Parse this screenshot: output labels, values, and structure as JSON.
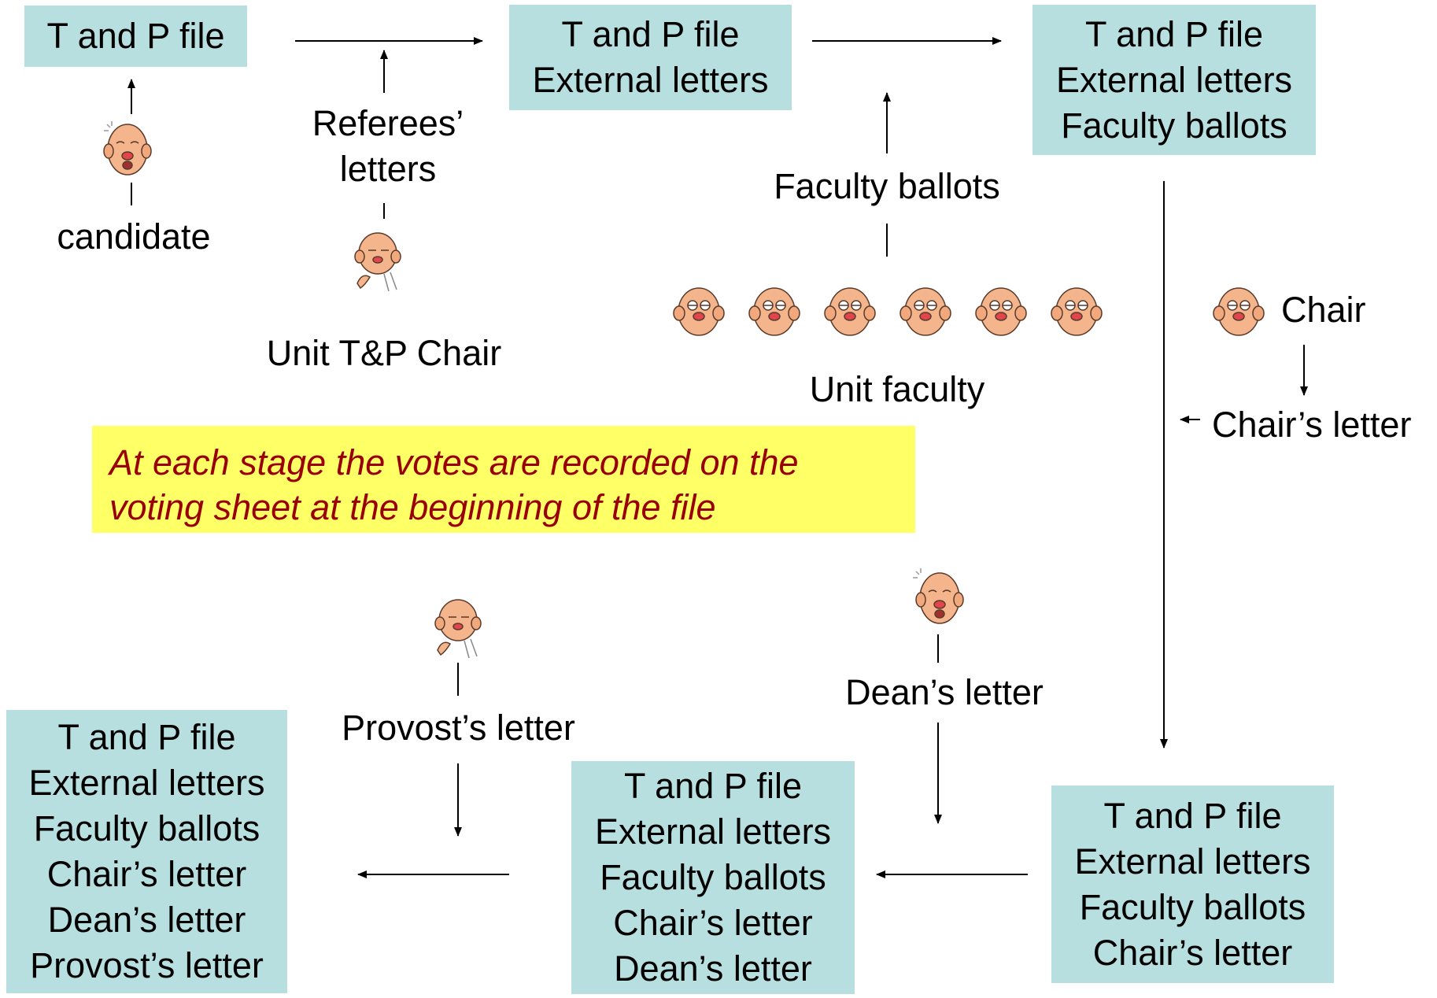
{
  "boxes": {
    "stage1": [
      "T and P file"
    ],
    "stage2": [
      "T and P file",
      "External letters"
    ],
    "stage3": [
      "T and P file",
      "External letters",
      "Faculty ballots"
    ],
    "stage4": [
      "T and P file",
      "External letters",
      "Faculty ballots",
      "Chair’s letter"
    ],
    "stage5": [
      "T and P file",
      "External letters",
      "Faculty ballots",
      "Chair’s letter",
      "Dean’s letter"
    ],
    "stage6": [
      "T and P file",
      "External letters",
      "Faculty ballots",
      "Chair’s letter",
      "Dean’s letter",
      "Provost’s letter"
    ]
  },
  "labels": {
    "candidate": "candidate",
    "referees_line1": "Referees’",
    "referees_line2": "letters",
    "unit_chair": "Unit T&P Chair",
    "faculty_ballots": "Faculty ballots",
    "unit_faculty": "Unit faculty",
    "chair": "Chair",
    "chairs_letter": "Chair’s letter",
    "deans_letter": "Dean’s letter",
    "provosts_letter": "Provost’s letter"
  },
  "note": {
    "line1": "At each stage the votes are recorded on the",
    "line2": "voting sheet at the beginning of the file"
  },
  "colors": {
    "box_fill": "#b7dfe0",
    "note_fill": "#ffff66",
    "note_text": "#990000",
    "face_skin": "#f4b58c",
    "face_nose": "#e0464c"
  }
}
